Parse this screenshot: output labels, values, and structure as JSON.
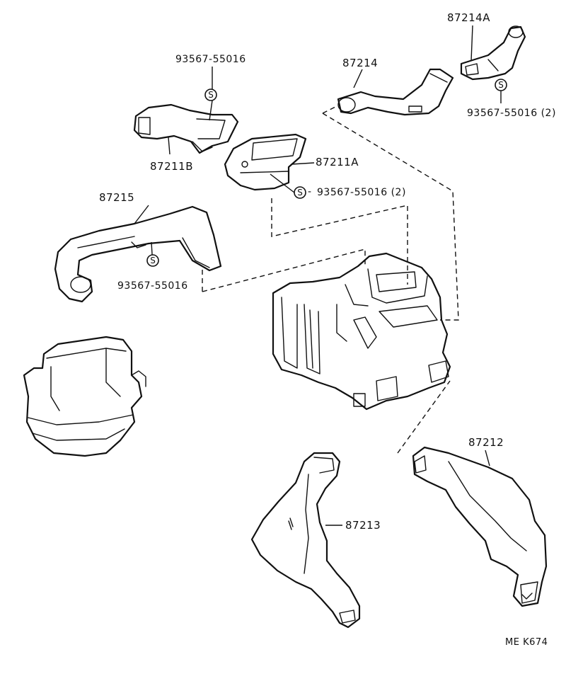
{
  "parts": {
    "p87214A": "87214A",
    "p87214": "87214",
    "p87211B": "87211B",
    "p87211A": "87211A",
    "p87215": "87215",
    "p87212": "87212",
    "p87213": "87213"
  },
  "screws": {
    "top_left": "93567-55016",
    "right_top": "93567-55016 (2)",
    "middle": "93567-55016 (2)",
    "left": "93567-55016"
  },
  "screw_symbol": "S",
  "screw_dash": "-",
  "diagram_code": "ME K674"
}
